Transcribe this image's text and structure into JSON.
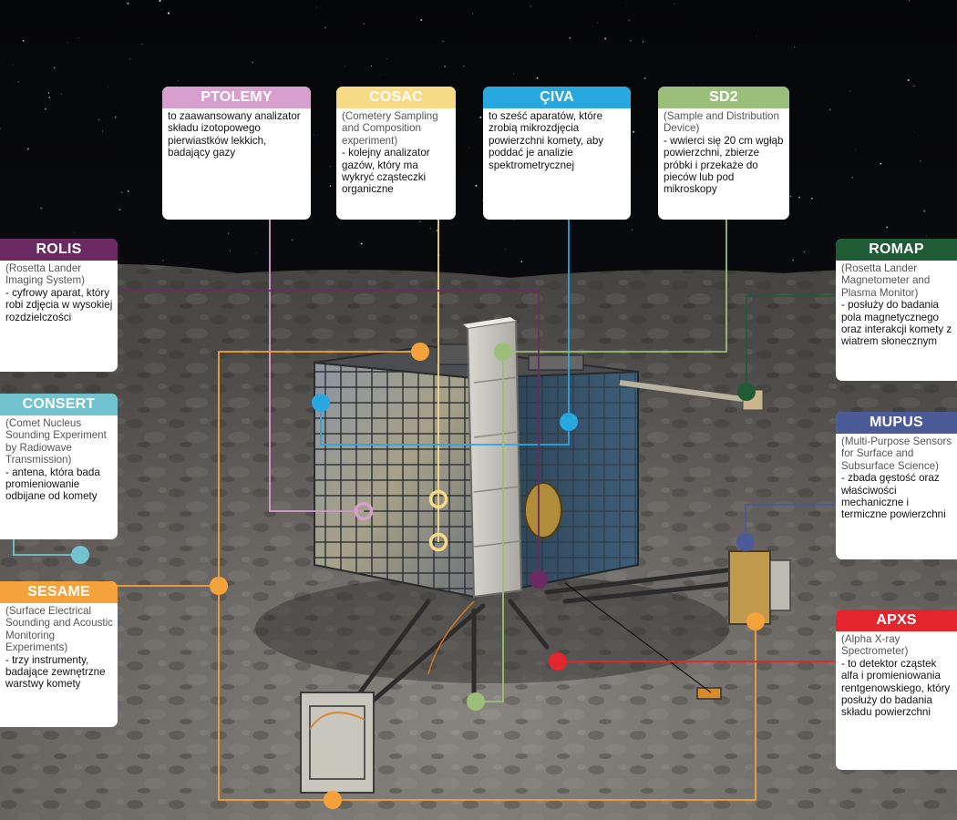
{
  "colors": {
    "ptolemy": "#d79fce",
    "cosac": "#f6da86",
    "civa": "#29a8e0",
    "sd2": "#9bbf7a",
    "rolis": "#6b2a62",
    "romap": "#1f5b34",
    "consert": "#72c3cf",
    "mupus": "#4c5a97",
    "sesame": "#f3a23c",
    "apxs": "#e3252d"
  },
  "instruments": {
    "ptolemy": {
      "name": "PTOLEMY",
      "desc": "to zaawansowany analizator składu izotopowego pierwiastków lekkich, badający gazy"
    },
    "cosac": {
      "name": "COSAC",
      "sub": "(Cometery Sampling and Composition experiment)",
      "desc": "- kolejny analizator gazów, który ma wykryć cząsteczki organiczne"
    },
    "civa": {
      "name": "ÇIVA",
      "desc": "to sześć aparatów, które zrobią mikrozdjęcia powierzchni komety, aby poddać je analizie spektrometrycznej"
    },
    "sd2": {
      "name": "SD2",
      "sub": "(Sample and Distribution Device)",
      "desc": "- wwierci się 20 cm wgłąb powierzchni, zbierze próbki i przekaże do pieców lub pod mikroskopy"
    },
    "rolis": {
      "name": "ROLIS",
      "sub": "(Rosetta Lander Imaging System)",
      "desc": "- cyfrowy aparat, który robi zdjęcia w wysokiej rozdzielczości"
    },
    "romap": {
      "name": "ROMAP",
      "sub": "(Rosetta Lander Magnetometer and Plasma Monitor)",
      "desc": "- posłuży do badania pola magnetycznego oraz interakcji komety z wiatrem słonecznym"
    },
    "consert": {
      "name": "CONSERT",
      "sub": "(Comet Nucleus Sounding Experiment by Radiowave Transmission)",
      "desc": "- antena, która bada promieniowanie odbijane od komety"
    },
    "mupus": {
      "name": "MUPUS",
      "sub": "(Multi-Purpose Sensors for Surface and Subsurface Science)",
      "desc": "- zbada gęstość oraz właściwości mechaniczne i termiczne powierzchni"
    },
    "sesame": {
      "name": "SESAME",
      "sub": "(Surface Electrical Sounding and Acoustic Monitoring Experiments)",
      "desc": "- trzy instrumenty, badające zewnętrzne warstwy komety"
    },
    "apxs": {
      "name": "APXS",
      "sub": "(Alpha X-ray Spectrometer)",
      "desc": "- to detektor cząstek alfa i promieniowania rentgenowskiego, który posłuży do badania składu powierzchni"
    }
  }
}
